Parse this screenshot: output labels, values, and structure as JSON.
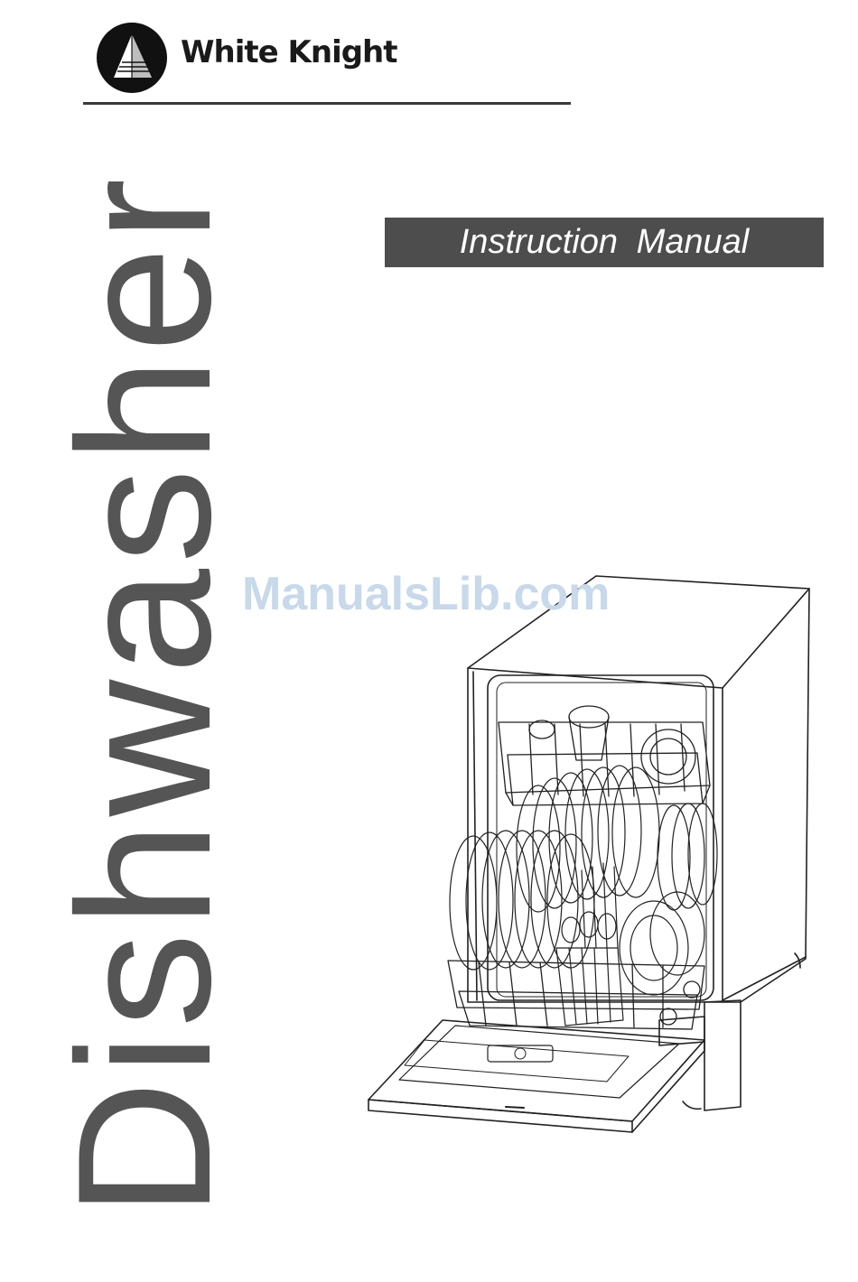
{
  "brand": {
    "name": "White Knight",
    "logo_icon": "white-knight-triangle-logo"
  },
  "banner": {
    "title": "Instruction  Manual",
    "background_color": "#4d4d4d",
    "text_color": "#ffffff"
  },
  "cover": {
    "product": "Dishwasher",
    "illustration_icon": "dishwasher-open-door-illustration"
  },
  "watermark": {
    "text": "ManualsLib.com",
    "color": "#c7d9ea"
  }
}
